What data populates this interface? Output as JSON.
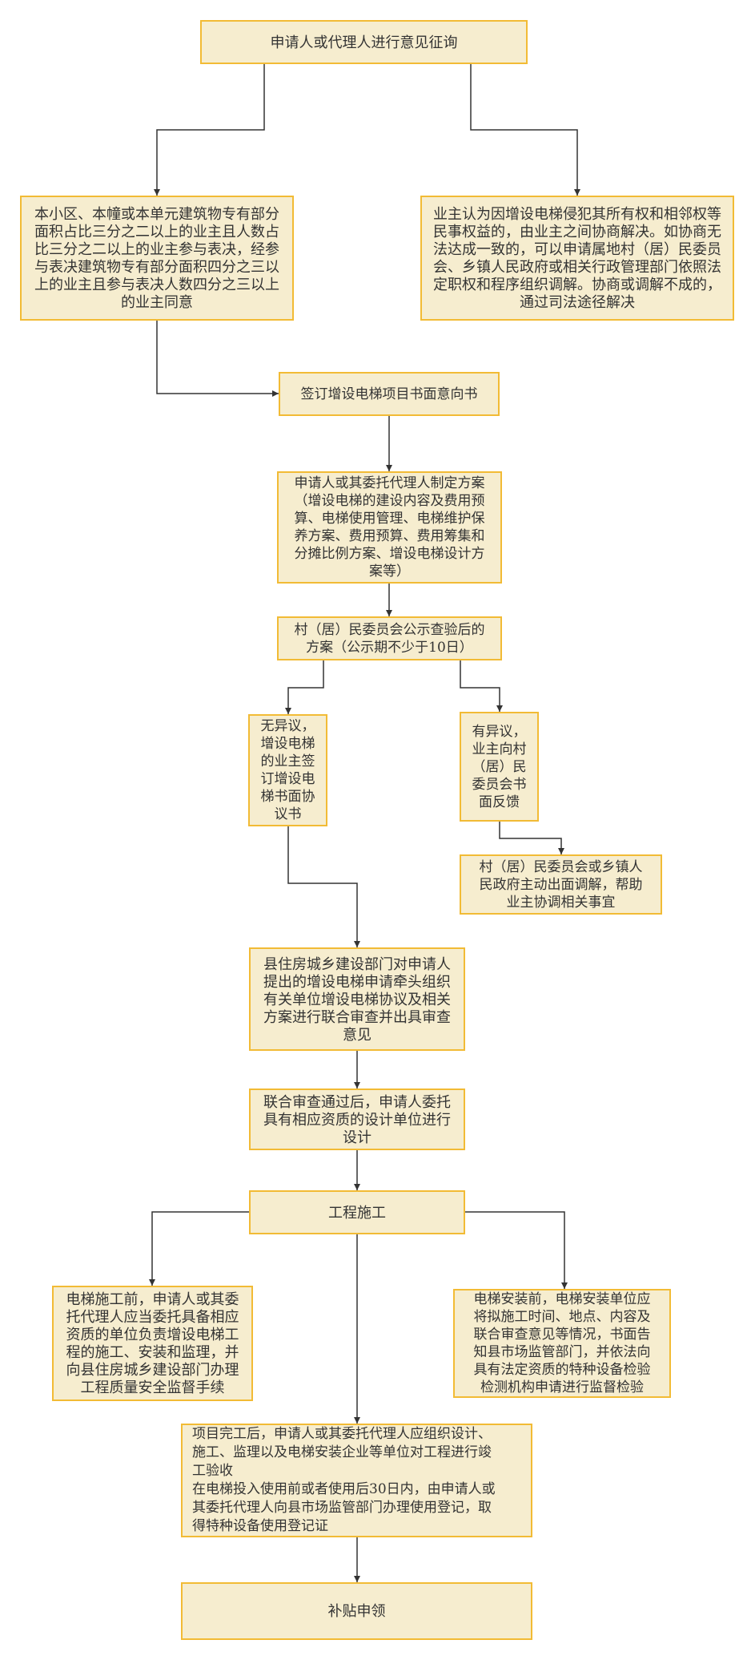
{
  "colors": {
    "box_fill": "#f6edcf",
    "box_border": "#f2bb35",
    "line": "#333333",
    "text": "#333333"
  },
  "boxes": {
    "consult": {
      "lines": [
        "申请人或代理人进行意见征询"
      ]
    },
    "owner_consent": {
      "lines": [
        "本小区、本幢或本单元建筑物专有部分",
        "面积占比三分之二以上的业主且人数占",
        "比三分之二以上的业主参与表决，经参",
        "与表决建筑物专有部分面积四分之三以",
        "上的业主且参与表决人数四分之三以上",
        "的业主同意"
      ]
    },
    "dispute": {
      "lines": [
        "业主认为因增设电梯侵犯其所有权和相邻权等",
        "民事权益的，由业主之间协商解决。如协商无",
        "法达成一致的，可以申请属地村（居）民委员",
        "会、乡镇人民政府或相关行政管理部门依照法",
        "定职权和程序组织调解。协商或调解不成的，",
        "通过司法途径解决"
      ]
    },
    "sign_intent": {
      "lines": [
        "签订增设电梯项目书面意向书"
      ]
    },
    "plan": {
      "lines": [
        "申请人或其委托代理人制定方案",
        "（增设电梯的建设内容及费用预",
        "算、电梯使用管理、电梯维护保",
        "养方案、费用预算、费用筹集和",
        "分摊比例方案、增设电梯设计方",
        "案等）"
      ]
    },
    "publicity": {
      "lines": [
        "村（居）民委员会公示查验后的",
        "方案（公示期不少于10日）"
      ]
    },
    "no_objection": {
      "lines": [
        "无异议，",
        "增设电梯",
        "的业主签",
        "订增设电",
        "梯书面协",
        "议书"
      ]
    },
    "objection": {
      "lines": [
        "有异议，",
        "业主向村",
        "（居）民",
        "委员会书",
        "面反馈"
      ]
    },
    "mediation": {
      "lines": [
        "村（居）民委员会或乡镇人",
        "民政府主动出面调解，帮助",
        "业主协调相关事宜"
      ]
    },
    "county_review": {
      "lines": [
        "县住房城乡建设部门对申请人",
        "提出的增设电梯申请牵头组织",
        "有关单位增设电梯协议及相关",
        "方案进行联合审查并出具审查",
        "意见"
      ]
    },
    "design": {
      "lines": [
        "联合审查通过后，申请人委托",
        "具有相应资质的设计单位进行",
        "设计"
      ]
    },
    "construction": {
      "lines": [
        "工程施工"
      ]
    },
    "before_construction": {
      "lines": [
        "电梯施工前，申请人或其委",
        "托代理人应当委托具备相应",
        "资质的单位负责增设电梯工",
        "程的施工、安装和监理，并",
        "向县住房城乡建设部门办理",
        "工程质量安全监督手续"
      ]
    },
    "before_installation": {
      "lines": [
        "电梯安装前，电梯安装单位应",
        "将拟施工时间、地点、内容及",
        "联合审查意见等情况，书面告",
        "知县市场监管部门，并依法向",
        "具有法定资质的特种设备检验",
        "检测机构申请进行监督检验"
      ]
    },
    "completion": {
      "lines": [
        "项目完工后，申请人或其委托代理人应组织设计、",
        "施工、监理以及电梯安装企业等单位对工程进行竣",
        "工验收",
        "在电梯投入使用前或者使用后30日内，由申请人或",
        "其委托代理人向县市场监管部门办理使用登记，取",
        "得特种设备使用登记证"
      ]
    },
    "subsidy": {
      "lines": [
        "补贴申领"
      ]
    }
  }
}
